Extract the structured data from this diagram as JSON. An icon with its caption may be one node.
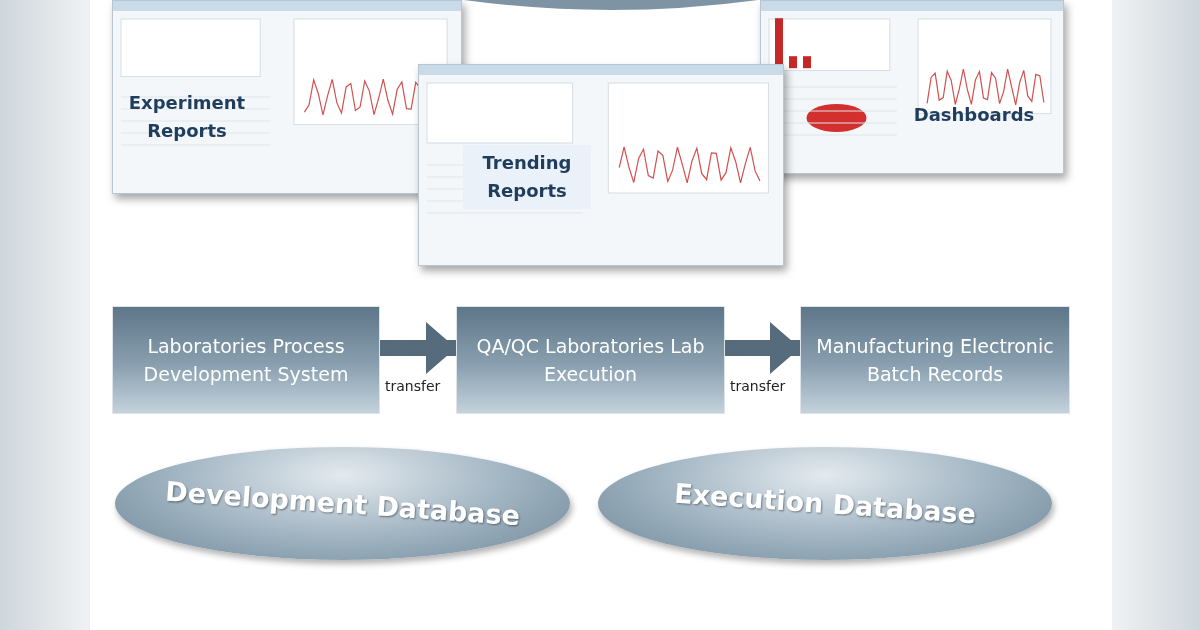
{
  "diagram": {
    "nodes": [
      {
        "text": [],
        "shape": "ellipse"
      },
      {
        "text": [
          "Experiment Reports"
        ]
      },
      {
        "text": [
          "Dashboards"
        ]
      },
      {
        "text": [
          "Trending Reports"
        ]
      },
      {
        "text": [
          "Laboratories Process Development System"
        ]
      },
      {
        "text": [
          "QA/QC Laboratories Lab Execution"
        ]
      },
      {
        "text": [
          "Manufacturing Electronic Batch Records"
        ]
      },
      {
        "text": [
          "Development Database"
        ]
      },
      {
        "text": [
          "Execution Database"
        ]
      }
    ],
    "edges": [
      {
        "from": 4,
        "to": 5,
        "arrow": "to",
        "label": "transfer"
      },
      {
        "from": 5,
        "to": 6,
        "arrow": "to",
        "label": "transfer"
      }
    ]
  }
}
